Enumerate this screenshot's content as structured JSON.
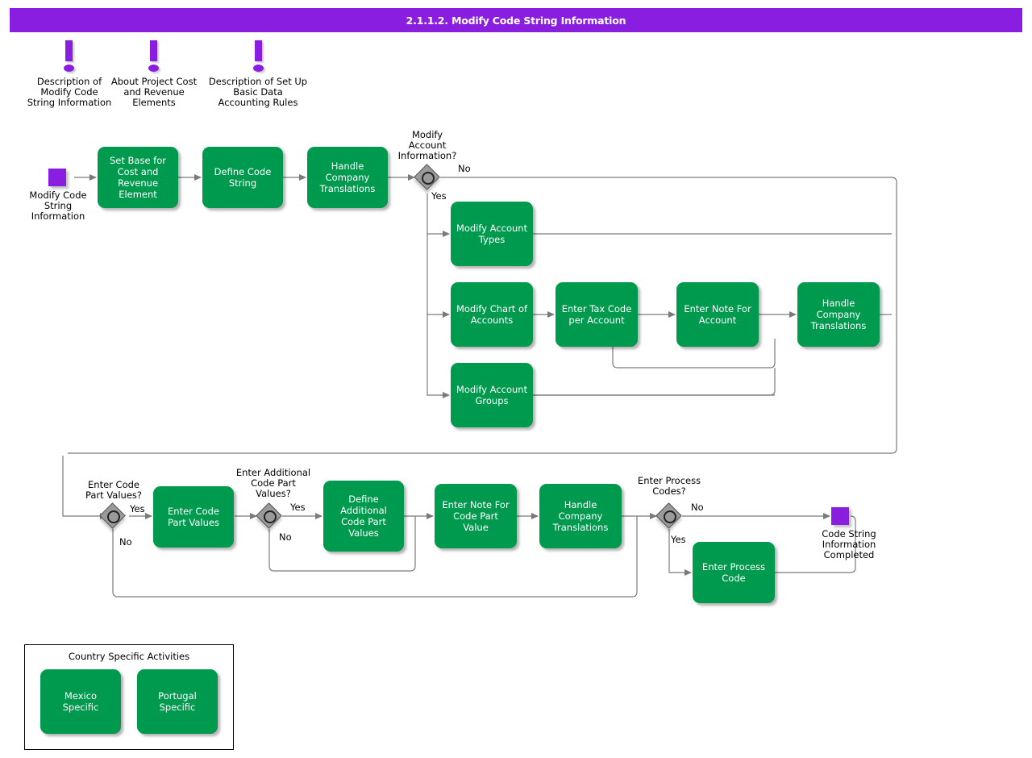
{
  "header": {
    "title": "2.1.1.2. Modify Code String Information",
    "bar_color": "#8a1ee0",
    "text_color": "#ffffff"
  },
  "theme": {
    "process_fill": "#009a4e",
    "terminator_fill": "#8a1ee0",
    "gateway_fill": "#9a9a9a",
    "connector_color": "#7a7a7a",
    "text_on_process": "#ffffff",
    "text_on_canvas": "#000000"
  },
  "info_markers": [
    {
      "icon": "exclamation-icon",
      "label": "Description of\nModify Code\nString Information"
    },
    {
      "icon": "exclamation-icon",
      "label": "About Project Cost\nand Revenue\nElements"
    },
    {
      "icon": "exclamation-icon",
      "label": "Description of Set Up\nBasic Data\nAccounting Rules"
    }
  ],
  "terminators": {
    "start": {
      "label": "Modify Code\nString\nInformation"
    },
    "end": {
      "label": "Code String\nInformation\nCompleted"
    }
  },
  "main_flow": {
    "steps": [
      {
        "id": "set-base",
        "label": "Set Base for\nCost and\nRevenue\nElement"
      },
      {
        "id": "define-code-string",
        "label": "Define Code\nString"
      },
      {
        "id": "handle-company-translations-1",
        "label": "Handle\nCompany\nTranslations"
      }
    ]
  },
  "gateways": [
    {
      "id": "modify-account-information",
      "question": "Modify\nAccount\nInformation?",
      "yes": "Yes",
      "no": "No"
    },
    {
      "id": "enter-code-part-values",
      "question": "Enter Code\nPart Values?",
      "yes": "Yes",
      "no": "No"
    },
    {
      "id": "enter-additional-code-part-values",
      "question": "Enter Additional\nCode Part\nValues?",
      "yes": "Yes",
      "no": "No"
    },
    {
      "id": "enter-process-codes",
      "question": "Enter Process\nCodes?",
      "yes": "Yes",
      "no": "No"
    }
  ],
  "account_branch": {
    "lane_types": [
      {
        "id": "modify-account-types",
        "label": "Modify Account\nTypes"
      }
    ],
    "lane_chart": [
      {
        "id": "modify-chart-of-accounts",
        "label": "Modify Chart of\nAccounts"
      },
      {
        "id": "enter-tax-code-per-account",
        "label": "Enter Tax Code\nper Account"
      },
      {
        "id": "enter-note-for-account",
        "label": "Enter Note For\nAccount"
      },
      {
        "id": "handle-company-translations-2",
        "label": "Handle\nCompany\nTranslations"
      }
    ],
    "lane_groups": [
      {
        "id": "modify-account-groups",
        "label": "Modify Account\nGroups"
      }
    ]
  },
  "code_part_flow": {
    "steps": [
      {
        "id": "enter-code-part-values",
        "label": "Enter Code Part\nValues"
      },
      {
        "id": "define-additional-code-part-values",
        "label": "Define\nAdditional Code\nPart Values"
      },
      {
        "id": "enter-note-for-code-part-value",
        "label": "Enter Note For\nCode Part Value"
      },
      {
        "id": "handle-company-translations-3",
        "label": "Handle\nCompany\nTranslations"
      },
      {
        "id": "enter-process-code",
        "label": "Enter Process\nCode"
      }
    ]
  },
  "country_group": {
    "title": "Country Specific Activities",
    "items": [
      {
        "id": "mexico-specific",
        "label": "Mexico Specific"
      },
      {
        "id": "portugal-specific",
        "label": "Portugal Specific"
      }
    ]
  }
}
